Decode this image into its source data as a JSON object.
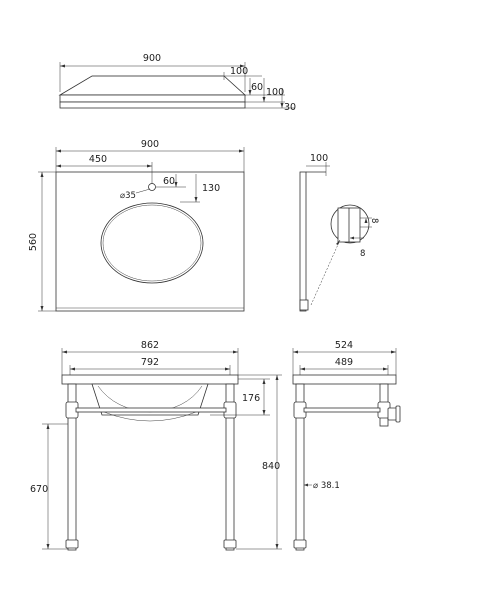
{
  "dimensions": {
    "top_width": "900",
    "top_lip": "100",
    "top_height_60": "60",
    "top_height_100": "100",
    "top_height_30": "30",
    "plan_width": "900",
    "plan_half": "450",
    "plan_tap_hole": "⌀35",
    "plan_60": "60",
    "plan_130": "130",
    "plan_depth": "560",
    "side_depth_100": "100",
    "detail_8a": "8",
    "detail_8b": "8",
    "front_width_862": "862",
    "front_width_792": "792",
    "basin_depth": "176",
    "total_height": "840",
    "leg_height": "670",
    "side_524": "524",
    "side_489": "489",
    "leg_diameter": "⌀ 38.1"
  }
}
